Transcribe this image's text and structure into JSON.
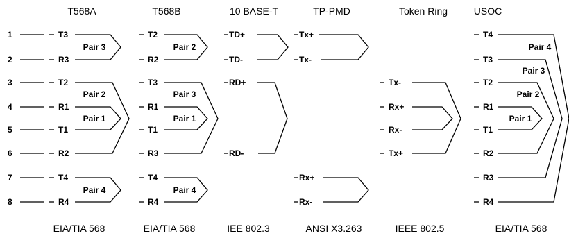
{
  "pins": [
    "1",
    "2",
    "3",
    "4",
    "5",
    "6",
    "7",
    "8"
  ],
  "t568a": {
    "title": "T568A",
    "standard": "EIA/TIA 568",
    "labels": [
      "T3",
      "R3",
      "T2",
      "R1",
      "T1",
      "R2",
      "T4",
      "R4"
    ],
    "pairs": [
      "Pair 3",
      "Pair 2",
      "Pair 1",
      "Pair 4"
    ]
  },
  "t568b": {
    "title": "T568B",
    "standard": "EIA/TIA 568",
    "labels": [
      "T2",
      "R2",
      "T3",
      "R1",
      "T1",
      "R3",
      "T4",
      "R4"
    ],
    "pairs": [
      "Pair 2",
      "Pair 3",
      "Pair 1",
      "Pair 4"
    ]
  },
  "base10t": {
    "title": "10 BASE-T",
    "standard": "IEE 802.3",
    "labels": [
      "TD+",
      "TD-",
      "RD+",
      "RD-"
    ]
  },
  "tppmd": {
    "title": "TP-PMD",
    "standard": "ANSI X3.263",
    "labels": [
      "Tx+",
      "Tx-",
      "Rx+",
      "Rx-"
    ]
  },
  "tokenring": {
    "title": "Token Ring",
    "standard": "IEEE 802.5",
    "labels": [
      "Tx-",
      "Rx+",
      "Rx-",
      "Tx+"
    ]
  },
  "usoc": {
    "title": "USOC",
    "standard": "EIA/TIA 568",
    "labels": [
      "T4",
      "T3",
      "T2",
      "R1",
      "T1",
      "R2",
      "R3",
      "R4"
    ],
    "pairs": [
      "Pair 4",
      "Pair 3",
      "Pair 2",
      "Pair 1"
    ]
  }
}
